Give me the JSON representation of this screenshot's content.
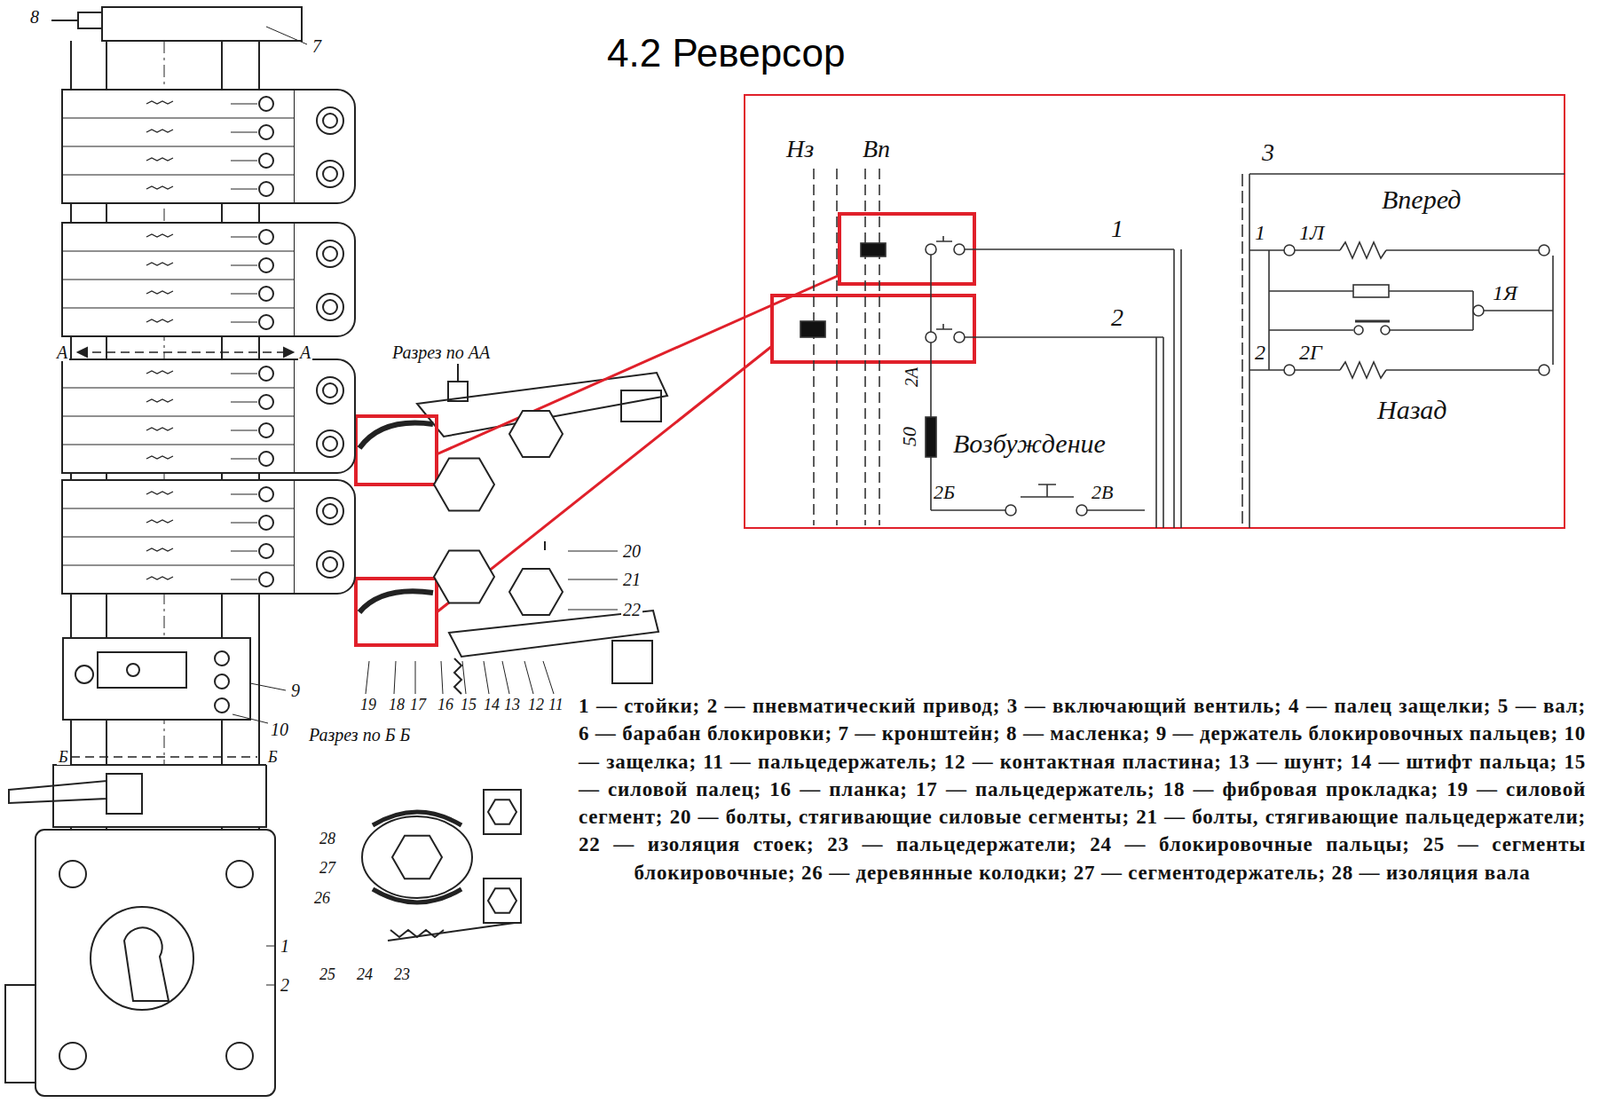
{
  "diagram": {
    "title": "4.2 Реверсор",
    "caption": "1 — стойки; 2 — пневматический привод; 3 — включающий вентиль; 4 — палец защелки; 5 — вал; 6 — барабан блокировки; 7 — кронштейн; 8 — масленка; 9 — держатель блокировочных пальцев; 10 — защелка; 11 — пальцедержатель; 12 — контактная пластина; 13 — шунт; 14 — штифт пальца; 15 — силовой палец; 16 — планка; 17 — пальцедержатель; 18 — фибровая прокладка; 19 — силовой сегмент; 20 — болты, стягивающие силовые сегменты; 21 — болты, стягивающие пальцедержатели; 22 — изоляция стоек; 23 — пальцедержатели; 24 — блокировочные пальцы; 25 — сегменты блокировочные; 26 — деревянные колодки; 27 — сегментодержатель; 28 — изоляция вала",
    "labels": [
      "8",
      "7",
      "А",
      "А",
      "Разрез по АА",
      "20",
      "21",
      "22",
      "9",
      "10",
      "Б",
      "Б",
      "Разрез по Б Б",
      "19",
      "18",
      "17",
      "16",
      "15",
      "14",
      "13",
      "12",
      "11",
      "1",
      "2",
      "28",
      "27",
      "26",
      "25",
      "24",
      "23",
      "Нз",
      "Вп",
      "1",
      "2",
      "2А",
      "50",
      "Возбуждение",
      "2Б",
      "2В",
      "3",
      "Вперед",
      "1",
      "1Л",
      "1Я",
      "2",
      "2Г",
      "Назад"
    ]
  }
}
